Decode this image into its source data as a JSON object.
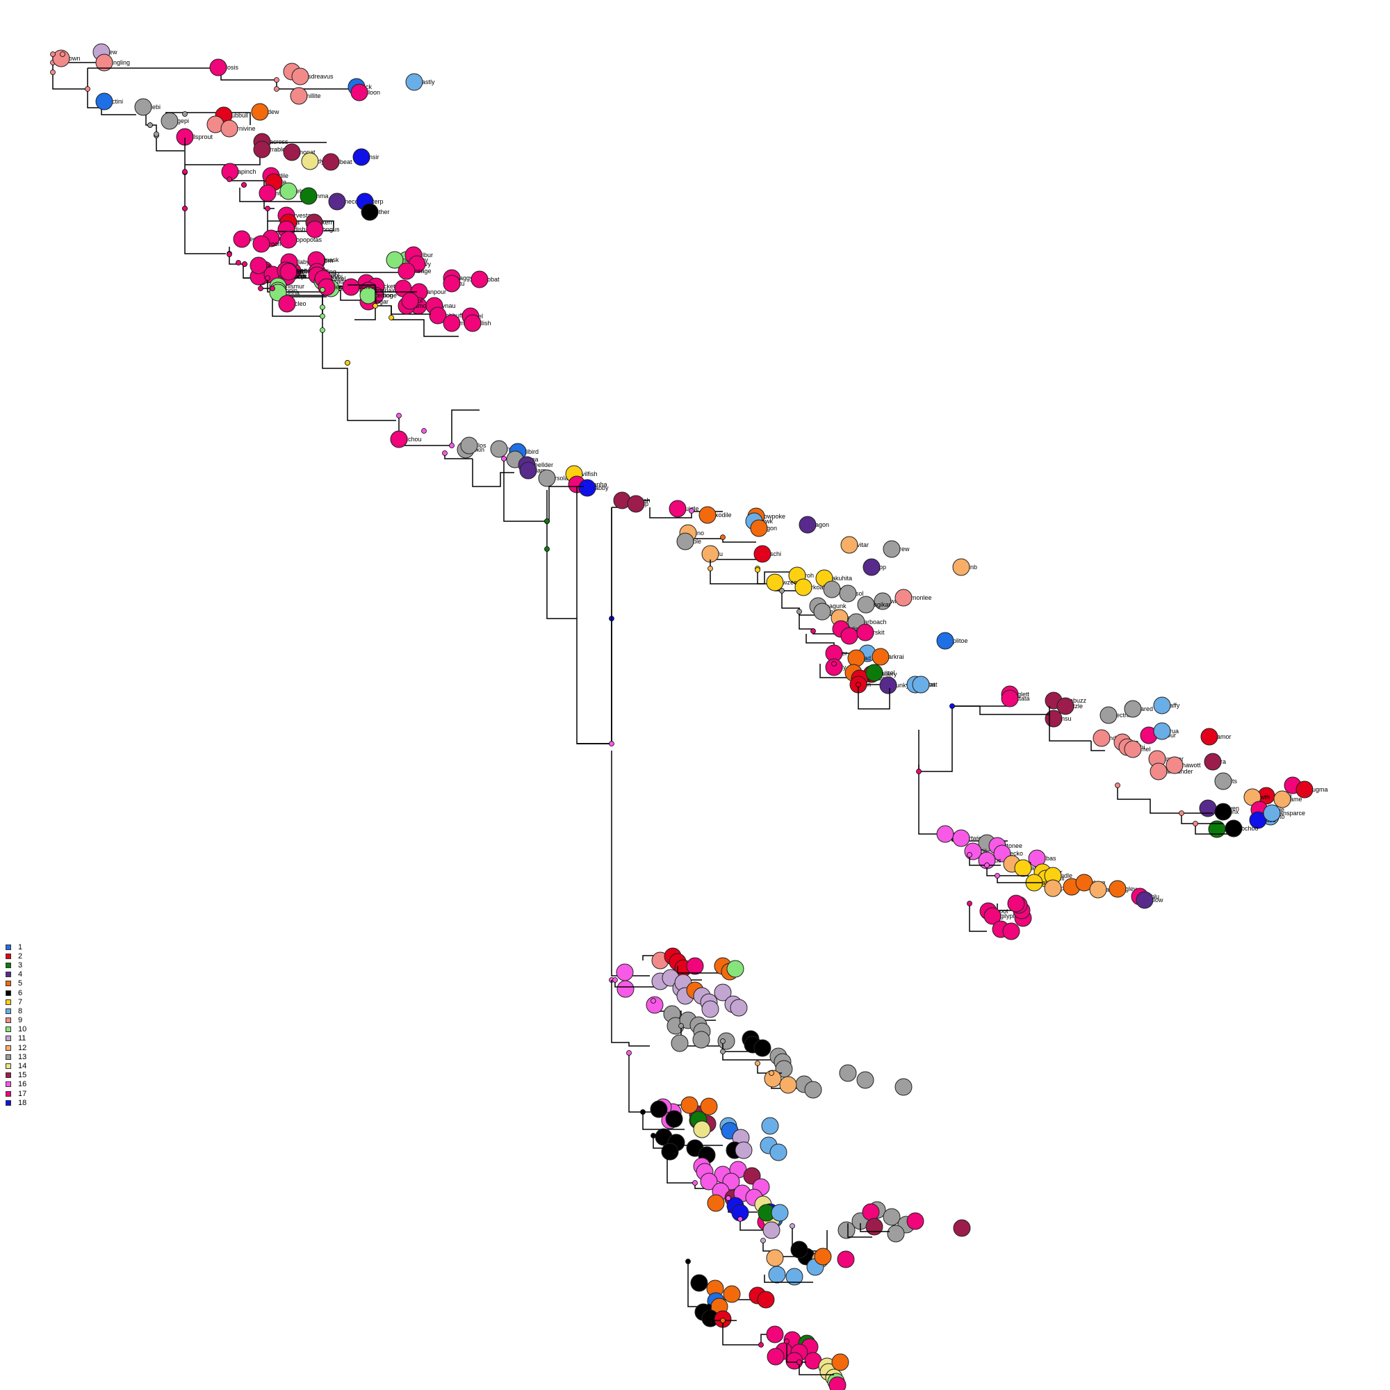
{
  "legend": {
    "items": [
      {
        "label": "1",
        "color": "#1f6fe5"
      },
      {
        "label": "2",
        "color": "#e3001b"
      },
      {
        "label": "3",
        "color": "#0b7a0b"
      },
      {
        "label": "4",
        "color": "#572a8c"
      },
      {
        "label": "5",
        "color": "#f36a0c"
      },
      {
        "label": "6",
        "color": "#000000"
      },
      {
        "label": "7",
        "color": "#fdd10f"
      },
      {
        "label": "8",
        "color": "#6aaee8"
      },
      {
        "label": "9",
        "color": "#f28a8a"
      },
      {
        "label": "10",
        "color": "#86e57a"
      },
      {
        "label": "11",
        "color": "#c3a5d2"
      },
      {
        "label": "12",
        "color": "#f7ae66"
      },
      {
        "label": "13",
        "color": "#9e9e9e"
      },
      {
        "label": "14",
        "color": "#ede48a"
      },
      {
        "label": "15",
        "color": "#9c1c4b"
      },
      {
        "label": "16",
        "color": "#f75ae6"
      },
      {
        "label": "17",
        "color": "#f0057a"
      },
      {
        "label": "18",
        "color": "#1010e8"
      }
    ]
  },
  "tree": {
    "leaf_labels": [
      "own",
      "ew",
      "ingling",
      "losis",
      "m",
      "sdreavus",
      "ick",
      "lloon",
      "astly",
      "nillite",
      "ctini",
      "lebi",
      "gepi",
      "ubbull",
      "dew",
      "a",
      "rnivine",
      "llsprout",
      "across",
      "rrable",
      "nonat",
      "dyba",
      "lbeat",
      "nsir",
      "apinch",
      "dile",
      "le",
      "nipeda",
      "elm",
      "nma",
      "neco",
      "terp",
      "ither",
      "rvesta",
      "a",
      "dish",
      "kern",
      "ongus",
      "edi",
      "rrosi",
      "roomi",
      "opopotas",
      "unfisk",
      "ndshrew",
      "om",
      "on",
      "armory",
      "llaby",
      "yog",
      "nzor",
      "mask",
      "ffing",
      "ink",
      "dum",
      "orus",
      "awile",
      "odude",
      "oodo",
      "ggenrola",
      "sepr",
      "ix",
      "gar",
      "orupi",
      "vebbl",
      "cketo",
      "army",
      "nbee",
      "rant",
      "ncada",
      "e",
      "bone",
      "morlax",
      "ngar",
      "hismur",
      "kit",
      "ansey",
      "ppin",
      "unna",
      "terling",
      "neary",
      "cleo",
      "easel",
      "ienfoo",
      "ilbur",
      "vy",
      "nsage",
      "aggy",
      "tu",
      "oink",
      "anpour",
      "obat",
      "dorina",
      "ilpin",
      "ynau",
      "obbuffet",
      "moa",
      "el",
      "llish",
      "amo",
      "ol",
      "ichou",
      "ckin",
      "llos",
      "ngull",
      "libird",
      "orsea",
      "eellder",
      "iam",
      "rsola",
      "vilfish",
      "arvanha",
      "abby",
      "orphish",
      "ip",
      "uirtle",
      "xodile",
      "owpoke",
      "owk",
      "gon",
      "agon",
      "ino",
      "ble",
      "vitar",
      "rew",
      "lu",
      "schi",
      "pp",
      "inb",
      "roh",
      "akuhita",
      "wzee",
      "rkoal",
      "arum",
      "sol",
      "wniard",
      "monlee",
      "oagunk",
      "edi",
      "en",
      "agikar",
      "arboach",
      "rdisc",
      "mp",
      "rskit",
      "er",
      "urill",
      "plitoe",
      "ad",
      "arkrai",
      "ly",
      "lone",
      "ctillery",
      "gonair",
      "uizel",
      "in",
      "unky",
      "obat",
      "bat",
      "glett",
      "ttata",
      "ectabuzz",
      "tzle",
      "nsu",
      "ectrike",
      "ared",
      "affy",
      "ndo",
      "pig",
      "rchi",
      "mel",
      "undour",
      "rua",
      "amor",
      "imchar",
      "armander",
      "hawott",
      "ra",
      "lts",
      "nx",
      "ugma",
      "rafarig",
      "wth",
      "ame",
      "eargle",
      "ito",
      "oochyen",
      "inx",
      "duo",
      "ansparce",
      "nkey",
      "bchoo",
      "ros",
      "rtwig",
      "pius",
      "ttonee",
      "ecko",
      "tlil",
      "us",
      "lbas",
      "korit",
      "ans",
      "over",
      "owli",
      "ndle",
      "akoth",
      "pup",
      "ffle",
      "dove",
      "arow",
      "gley",
      "ablu",
      "llow",
      "apot",
      "gilyph"
    ]
  }
}
